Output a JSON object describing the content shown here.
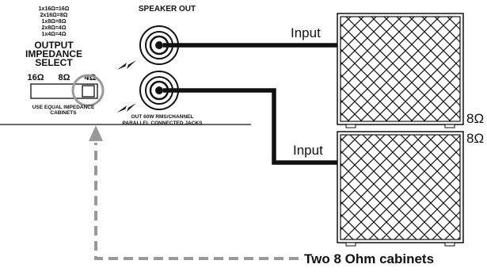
{
  "panel": {
    "ratings": [
      "1x16Ω=16Ω",
      "2x16Ω=8Ω",
      "1x8Ω=8Ω",
      "2x8Ω=4Ω",
      "1x4Ω=4Ω"
    ],
    "title_line1": "OUTPUT",
    "title_line2": "IMPEDANCE",
    "title_line3": "SELECT",
    "switch_positions": [
      "16Ω",
      "8Ω",
      "4Ω"
    ],
    "note_line1": "USE EQUAL IMPEDANCE",
    "note_line2": "CABINETS"
  },
  "speaker_out": {
    "title": "SPEAKER OUT",
    "note_line1": "OUT 60W RMS/CHANNEL",
    "note_line2": "PARALLEL CONNECTED JACKS"
  },
  "cabinets": [
    {
      "input_label": "Input",
      "impedance": "8Ω"
    },
    {
      "input_label": "Input",
      "impedance": "8Ω"
    }
  ],
  "callout": {
    "text": "Two 8 Ohm cabinets"
  }
}
